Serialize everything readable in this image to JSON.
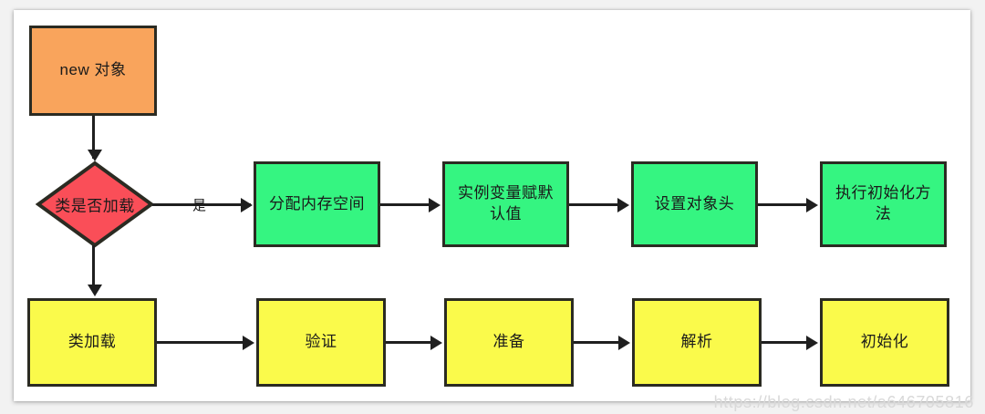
{
  "diagram": {
    "title": "JVM object creation flow",
    "colors": {
      "start_fill": "#f9a45c",
      "decision_fill": "#fa4e58",
      "process_fill": "#35f581",
      "phase_fill": "#fafa4b",
      "stroke": "#2b2b22",
      "edge": "#1f1f1f",
      "canvas": "#ffffff"
    },
    "start_node": {
      "label": "new 对象"
    },
    "decision_node": {
      "label": "类是否加载"
    },
    "edge_labels": {
      "yes": "是"
    },
    "process_row": [
      {
        "label": "分配内存空间"
      },
      {
        "label": "实例变量赋默\n认值"
      },
      {
        "label": "设置对象头"
      },
      {
        "label": "执行初始化方\n法"
      }
    ],
    "phase_row": [
      {
        "label": "类加载"
      },
      {
        "label": "验证"
      },
      {
        "label": "准备"
      },
      {
        "label": "解析"
      },
      {
        "label": "初始化"
      }
    ],
    "watermark": "https://blog.csdn.net/a646705816"
  }
}
